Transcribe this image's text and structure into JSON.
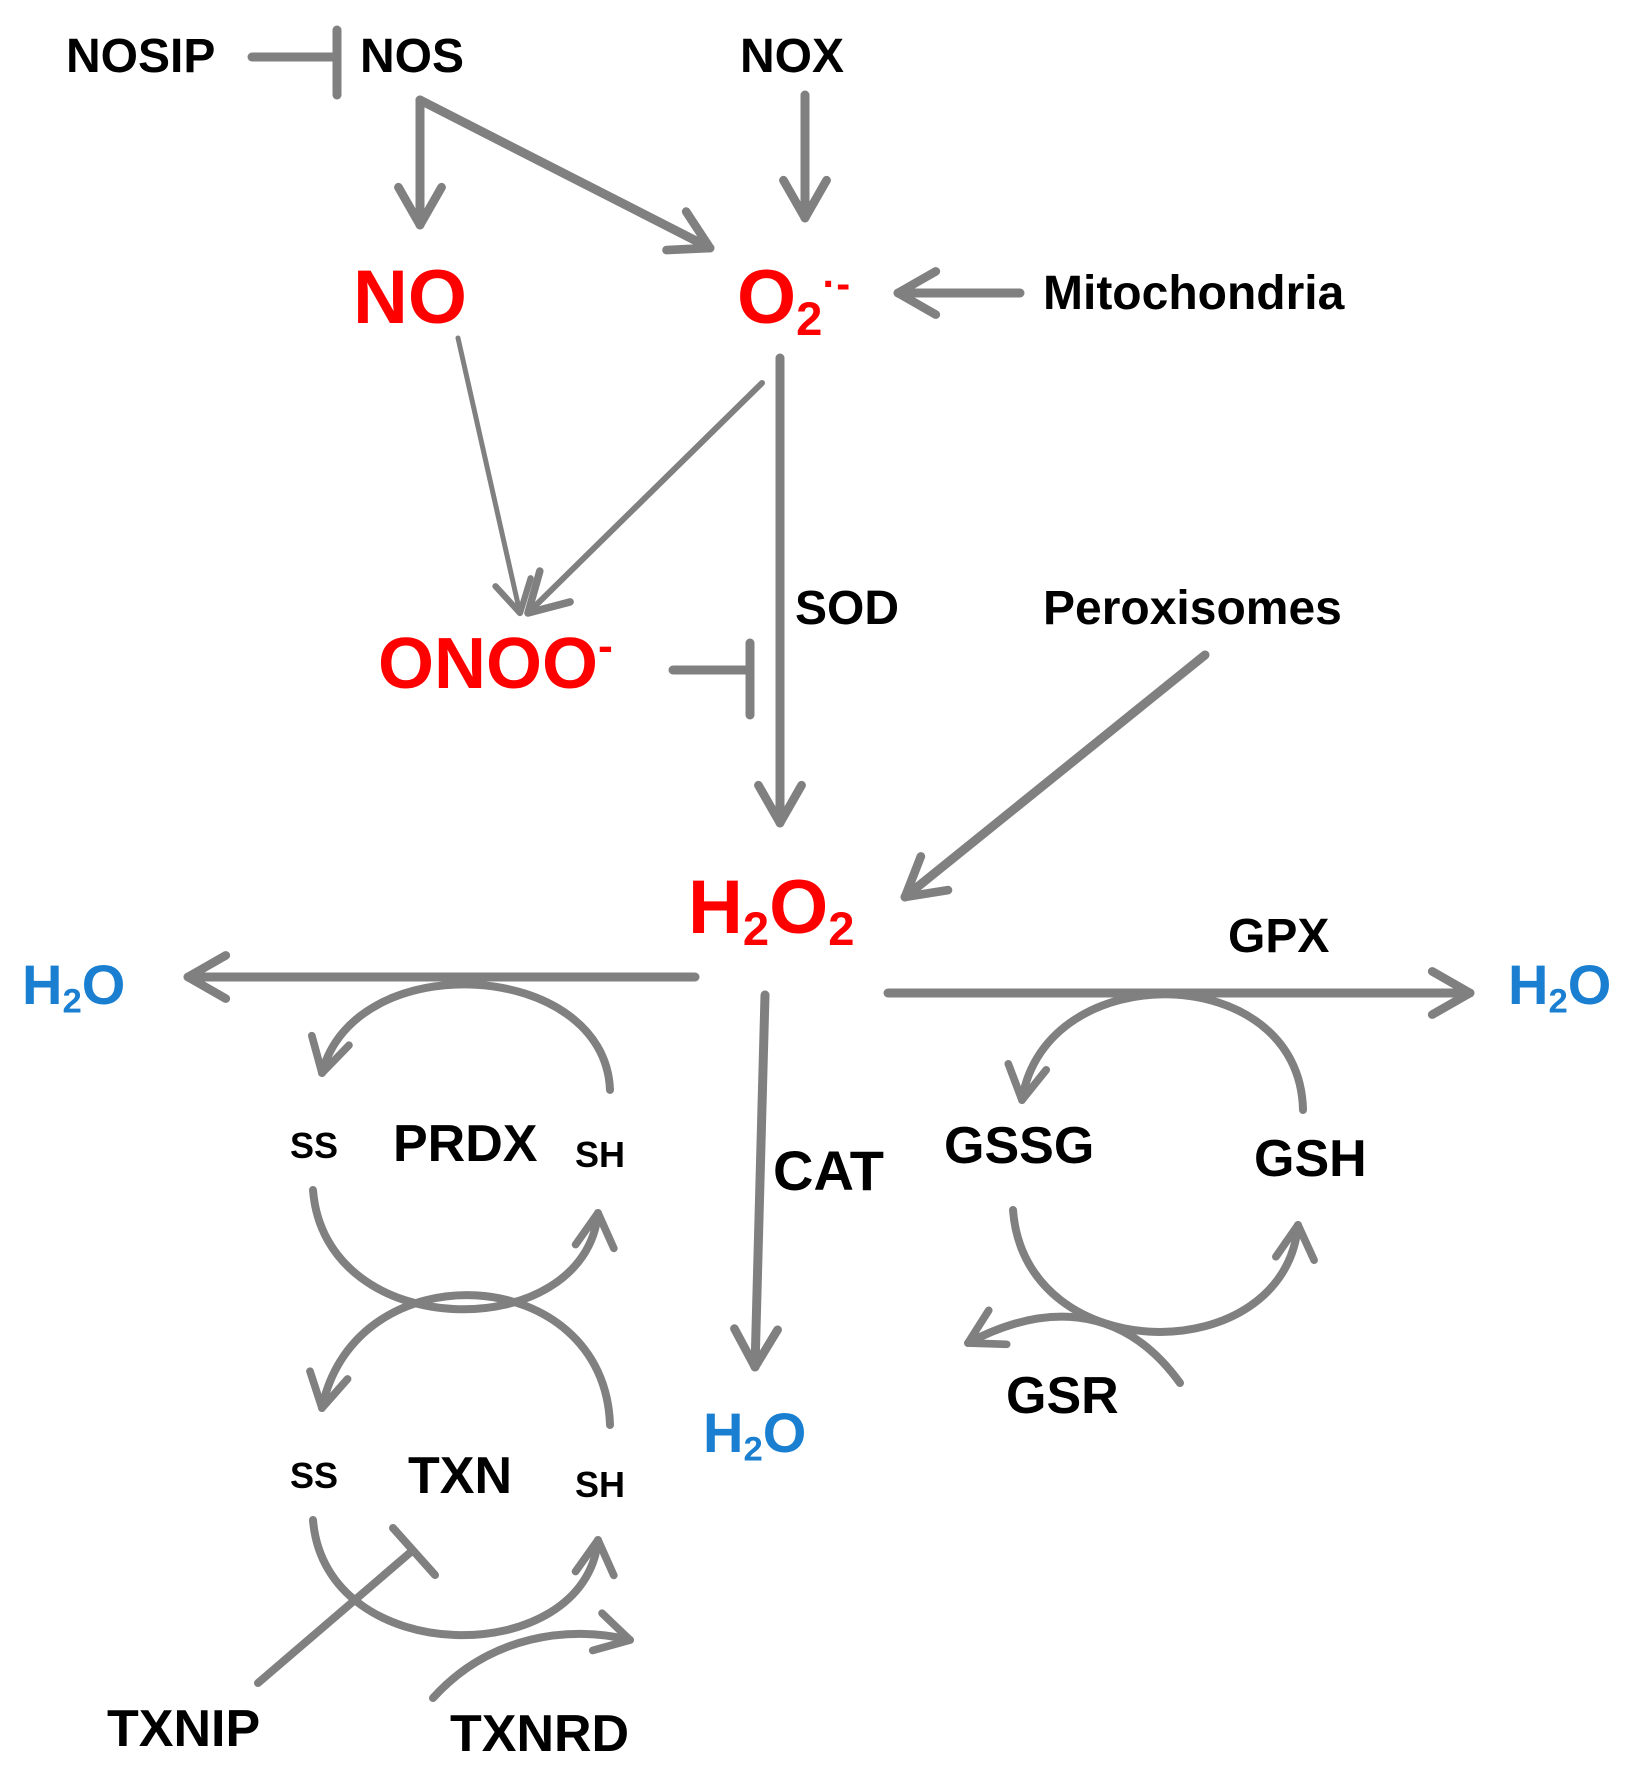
{
  "colors": {
    "arrow": "#808080",
    "species": "#ff0000",
    "water": "#1a7fd0",
    "text": "#000000"
  },
  "nodes": {
    "nosip": "NOSIP",
    "nos": "NOS",
    "nox": "NOX",
    "no": "NO",
    "o2_main": "O",
    "o2_sub": "2",
    "o2_sup": "·-",
    "mitochondria": "Mitochondria",
    "onoo_main": "ONOO",
    "onoo_sup": "-",
    "sod": "SOD",
    "peroxisomes": "Peroxisomes",
    "h2o2_h": "H",
    "h2o2_sub1": "2",
    "h2o2_o": "O",
    "h2o2_sub2": "2",
    "gpx": "GPX",
    "h2o_h": "H",
    "h2o_sub": "2",
    "h2o_o": "O",
    "prdx_ss": "SS",
    "prdx": "PRDX",
    "prdx_sh": "SH",
    "cat": "CAT",
    "gssg": "GSSG",
    "gsh": "GSH",
    "gsr": "GSR",
    "txn_ss": "SS",
    "txn": "TXN",
    "txn_sh": "SH",
    "txnip": "TXNIP",
    "txnrd": "TXNRD"
  }
}
